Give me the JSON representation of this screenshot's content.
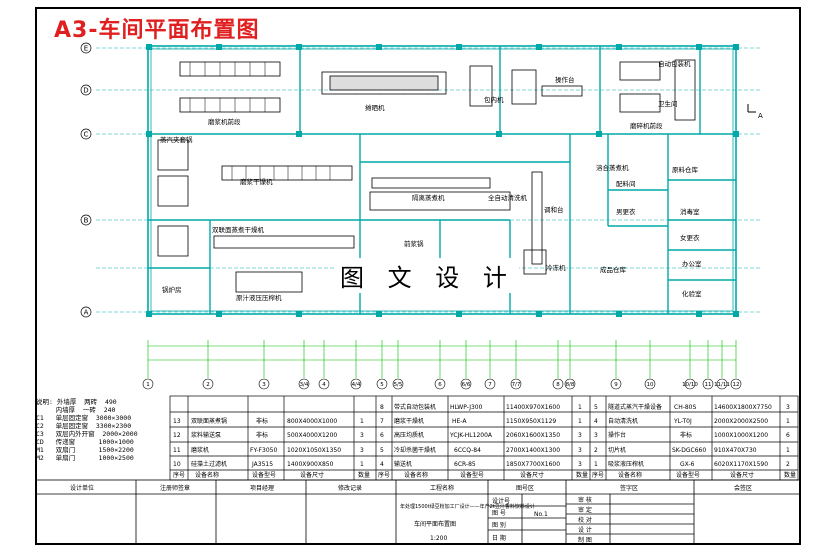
{
  "title": "A3-车间平面布置图",
  "watermark": "图 文 设 计",
  "section_label": "A",
  "axis_rows": [
    "E",
    "D",
    "C",
    "B",
    "A"
  ],
  "axis_cols": [
    "1",
    "2",
    "3",
    "3/4",
    "4",
    "4/4",
    "5",
    "5/5",
    "6",
    "6/6",
    "7",
    "7/7",
    "8",
    "8/8",
    "9",
    "10",
    "10/10",
    "11",
    "11/11",
    "12"
  ],
  "rooms": {
    "r1": "磨浆机前段",
    "r2": "摊晒机",
    "r3": "包内机",
    "r4": "操作台",
    "r5": "磨碎机前段",
    "r6": "溶合蒸煮机",
    "r7": "自动包装机",
    "r8": "隔离蒸煮机",
    "r9": "磨浆干燥机",
    "r10": "蒸汽夹套锅",
    "r11": "双联面蒸煮干燥机",
    "r12": "前浆锅",
    "r13": "全自动清洗机",
    "r14": "调和台",
    "r15": "冷冻机",
    "r16": "成品仓库",
    "r17": "配料间",
    "r18": "原料仓库",
    "r19": "消毒室",
    "r20": "男更衣",
    "r21": "女更衣",
    "r22": "卫生间",
    "r23": "办公室",
    "r24": "化验室",
    "r25": "锅炉房",
    "r26": "原汁液压压榨机"
  },
  "notes": {
    "lines": [
      "说明: 外墙厚  两砖  490",
      "     内墙厚  一砖  240",
      "C1   单层固定窗  3000×3000",
      "C2   单层固定窗  3300×2300",
      "C3   双层内外开窗  2000×2000",
      "CD   传递窗      1000×1000",
      "M1   双扇门      1500×2200",
      "M2   单扇门      1000×2500"
    ]
  },
  "equipment_table": {
    "headers": [
      "序号",
      "设备名称",
      "设备型号",
      "设备尺寸",
      "数量"
    ],
    "left": [
      [
        "13",
        "双联面蒸煮锅",
        "非标",
        "800X4000X1000",
        "1"
      ],
      [
        "12",
        "浆料输送泵",
        "非标",
        "500X4000X1200",
        "3"
      ],
      [
        "11",
        "磨浆机",
        "FY-F3050",
        "1020X1050X1350",
        "3"
      ],
      [
        "10",
        "硅藻土过滤机",
        "JA3515",
        "1400X900X850",
        "1"
      ]
    ],
    "middle": [
      [
        "8",
        "带式自动包装机",
        "HLWP-J300",
        "11400X970X1600",
        "1"
      ],
      [
        "7",
        "磨浆干燥机",
        "HE-A",
        "1150X950X1129",
        "1"
      ],
      [
        "6",
        "高压均质机",
        "YCJK-HL1200A",
        "2060X1600X1350",
        "3"
      ],
      [
        "5",
        "冷却杀菌干燥机",
        "6CCQ-84",
        "2700X1400X1300",
        "3"
      ],
      [
        "4",
        "输送机",
        "6CR-85",
        "1850X7700X1600",
        "3"
      ]
    ],
    "right": [
      [
        "5",
        "隧道式蒸汽干燥设备",
        "CH-80S",
        "14600X1800X7750",
        "3"
      ],
      [
        "4",
        "自动清洗机",
        "YL-T0J",
        "2000X2000X2500",
        "1"
      ],
      [
        "3",
        "操作台",
        "非标",
        "1000X1000X1200",
        "6"
      ],
      [
        "2",
        "切片机",
        "SK-DGC660",
        "910X470X730",
        "1"
      ],
      [
        "1",
        "吸浆液压榨机",
        "GX-6",
        "6020X1170X1590",
        "2"
      ]
    ]
  },
  "title_block": {
    "row1": [
      "设计单位",
      "注册师签章",
      "项目经理",
      "修改记录",
      "工程名称",
      "图号区",
      "签字区",
      "会签区"
    ],
    "project_name": "年处理1500t绿豆粉加工厂设计——年产2t豆汁香料饮料设计",
    "drawing_name": "车间平面布置图",
    "scale": "1:200",
    "labels": [
      "设计号",
      "图 号",
      "图 别",
      "日 期"
    ],
    "drawing_no": "No.1",
    "sign_labels": [
      "审 核",
      "审 定",
      "校 对",
      "设 计",
      "制 图"
    ]
  }
}
